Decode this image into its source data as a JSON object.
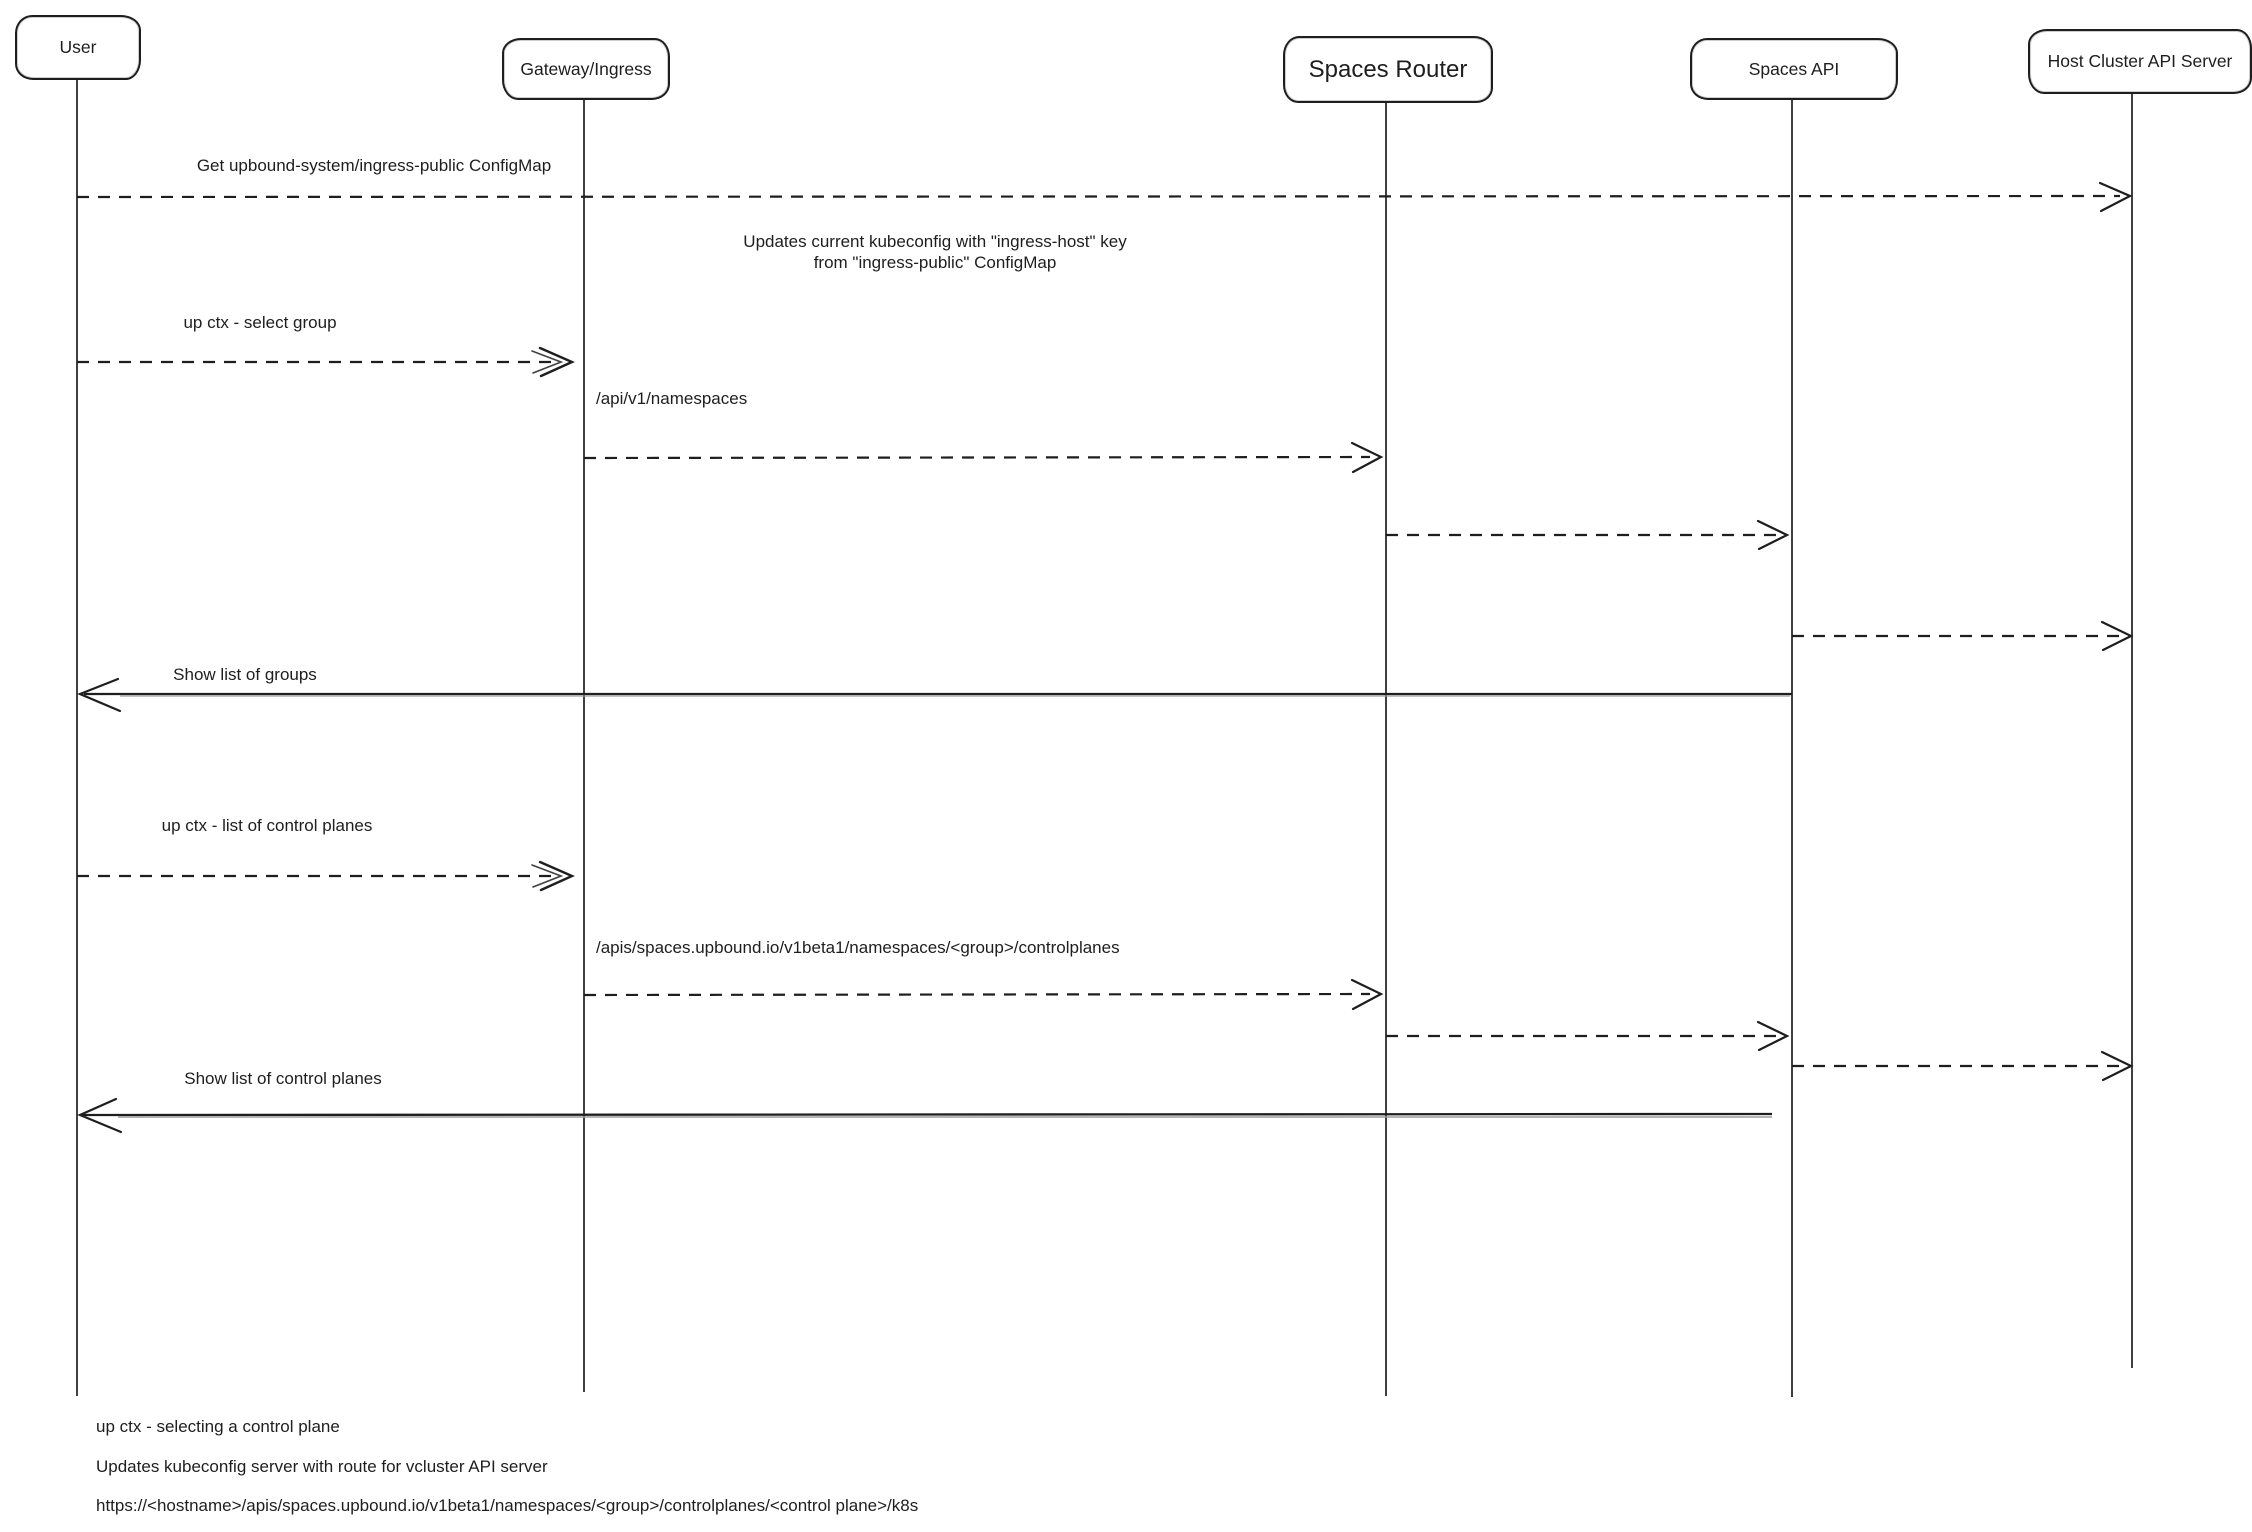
{
  "diagram": {
    "kind": "sequence-diagram",
    "background_color": "#ffffff",
    "stroke_color": "#1e1e1e",
    "topic": "up ctx flow through Upbound Spaces"
  },
  "actors": [
    {
      "id": "user",
      "label": "User"
    },
    {
      "id": "gateway-ingress",
      "label": "Gateway/Ingress"
    },
    {
      "id": "spaces-router",
      "label": "Spaces Router"
    },
    {
      "id": "spaces-api",
      "label": "Spaces API"
    },
    {
      "id": "host-cluster-api-server",
      "label": "Host Cluster API Server"
    }
  ],
  "messages": [
    {
      "from": "User",
      "to": "Host Cluster API Server",
      "line": "dashed",
      "label": "Get upbound-system/ingress-public ConfigMap"
    },
    {
      "from": "User",
      "to": "Gateway/Ingress",
      "line": "dashed",
      "label": "up ctx - select group"
    },
    {
      "from": "Gateway/Ingress",
      "to": "Spaces Router",
      "line": "dashed",
      "label": "/api/v1/namespaces"
    },
    {
      "from": "Spaces Router",
      "to": "Spaces API",
      "line": "dashed",
      "label": ""
    },
    {
      "from": "Spaces API",
      "to": "Host Cluster API Server",
      "line": "dashed",
      "label": ""
    },
    {
      "from": "Spaces API",
      "to": "User",
      "line": "solid",
      "label": "Show list of groups"
    },
    {
      "from": "User",
      "to": "Gateway/Ingress",
      "line": "dashed",
      "label": "up ctx - list of control planes"
    },
    {
      "from": "Gateway/Ingress",
      "to": "Spaces Router",
      "line": "dashed",
      "label": "/apis/spaces.upbound.io/v1beta1/namespaces/<group>/controlplanes"
    },
    {
      "from": "Spaces Router",
      "to": "Spaces API",
      "line": "dashed",
      "label": ""
    },
    {
      "from": "Spaces API",
      "to": "Host Cluster API Server",
      "line": "dashed",
      "label": ""
    },
    {
      "from": "Spaces API",
      "to": "User",
      "line": "solid",
      "label": "Show list of control planes"
    }
  ],
  "note": {
    "line1": "Updates current kubeconfig with \"ingress-host\" key",
    "line2": "from \"ingress-public\" ConfigMap"
  },
  "footnotes": [
    "up ctx - selecting a control plane",
    "Updates kubeconfig server with route for vcluster API server",
    "https://<hostname>/apis/spaces.upbound.io/v1beta1/namespaces/<group>/controlplanes/<control plane>/k8s"
  ]
}
